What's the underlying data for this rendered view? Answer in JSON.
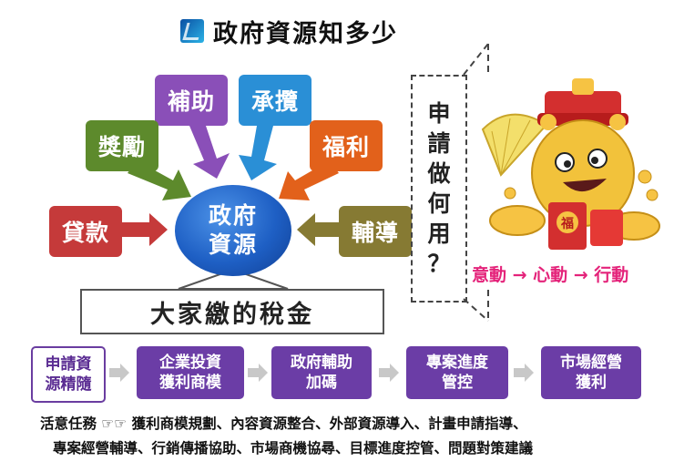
{
  "title": "政府資源知多少",
  "center": {
    "line1": "政府",
    "line2": "資源"
  },
  "categories": {
    "subsidy": "補助",
    "undertake": "承攬",
    "reward": "獎勵",
    "welfare": "福利",
    "loan": "貸款",
    "guidance": "輔導"
  },
  "tax_box": "大家繳的稅金",
  "side_question": [
    "申",
    "請",
    "做",
    "何",
    "用",
    "？"
  ],
  "motivation": "意動 → 心動 → 行動",
  "steps": [
    {
      "line1": "申請資",
      "line2": "源精隨"
    },
    {
      "line1": "企業投資",
      "line2": "獲利商模"
    },
    {
      "line1": "政府輔助",
      "line2": "加碼"
    },
    {
      "line1": "專案進度",
      "line2": "管控"
    },
    {
      "line1": "市場經營",
      "line2": "獲利"
    }
  ],
  "mission": {
    "label": "活意任務",
    "pointer": "☞☞",
    "line1": "獲利商模規劃、內容資源整合、外部資源導入、計畫申請指導、",
    "line2": "專案經營輔導、行銷傳播協助、市場商機協尋、目標進度控管、問題對策建議"
  },
  "colors": {
    "purple": "#8a4fb8",
    "blue": "#2a8fd6",
    "green": "#5d8a2c",
    "orange": "#e2611b",
    "red": "#c53a3a",
    "olive": "#867a33",
    "step_purple": "#6b3da6",
    "motivation_pink": "#e4237a"
  },
  "mascot": {
    "badge": "福",
    "coin_icon": "coin-icon"
  }
}
